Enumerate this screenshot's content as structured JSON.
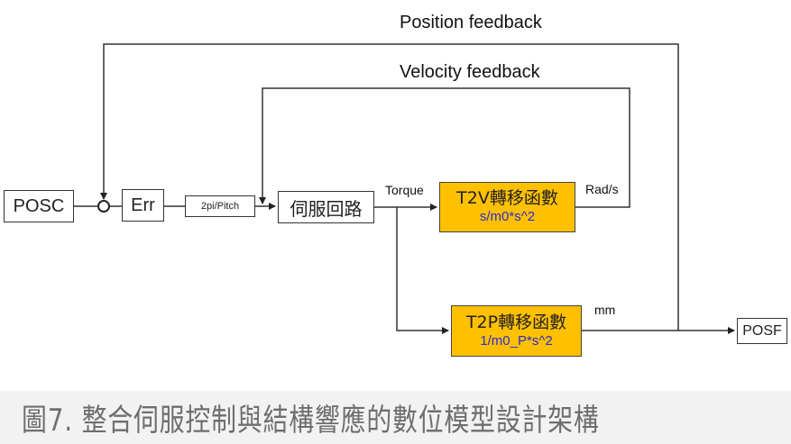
{
  "diagram": {
    "title": "Position/velocity servo control block diagram",
    "labels": {
      "position_feedback": "Position feedback",
      "velocity_feedback": "Velocity feedback",
      "torque": "Torque",
      "rad_s": "Rad/s",
      "mm": "mm"
    },
    "blocks": {
      "posc": "POSC",
      "err": "Err",
      "gain": "2pi/Pitch",
      "servo_loop": "伺服回路",
      "t2v_title": "T2V轉移函數",
      "t2v_formula": "s/m0*s^2",
      "t2p_title": "T2P轉移函數",
      "t2p_formula": "1/m0_P*s^2",
      "posf": "POSF"
    },
    "colors": {
      "transfer_block_fill": "#ffc000",
      "formula_text": "#2b2bd0",
      "caption_bg": "#f2f2f2",
      "caption_text": "#6e6e6e"
    }
  },
  "caption": "圖7. 整合伺服控制與結構響應的數位模型設計架構"
}
